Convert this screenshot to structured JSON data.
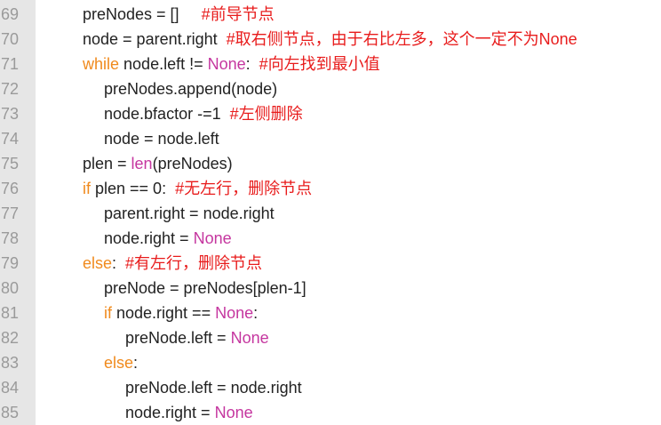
{
  "colors": {
    "gutter_bg": "#e6e6e6",
    "line_number": "#9a9a9a",
    "keyword": "#f08a1d",
    "builtin": "#c5369f",
    "comment": "#e81c1c",
    "text": "#222222"
  },
  "lines": [
    {
      "num": "69",
      "indent": 1,
      "tokens": [
        {
          "t": "preNodes = []     ",
          "c": "plain"
        },
        {
          "t": "#前导节点",
          "c": "comment"
        }
      ]
    },
    {
      "num": "70",
      "indent": 1,
      "tokens": [
        {
          "t": "node = parent.right  ",
          "c": "plain"
        },
        {
          "t": "#取右侧节点，由于右比左多，这个一定不为None",
          "c": "comment"
        }
      ]
    },
    {
      "num": "71",
      "indent": 1,
      "tokens": [
        {
          "t": "while",
          "c": "keyword"
        },
        {
          "t": " node.left != ",
          "c": "plain"
        },
        {
          "t": "None",
          "c": "builtin"
        },
        {
          "t": ":  ",
          "c": "plain"
        },
        {
          "t": "#向左找到最小值",
          "c": "comment"
        }
      ]
    },
    {
      "num": "72",
      "indent": 2,
      "tokens": [
        {
          "t": "preNodes.append(node)",
          "c": "plain"
        }
      ]
    },
    {
      "num": "73",
      "indent": 2,
      "tokens": [
        {
          "t": "node.bfactor -=1  ",
          "c": "plain"
        },
        {
          "t": "#左侧删除",
          "c": "comment"
        }
      ]
    },
    {
      "num": "74",
      "indent": 2,
      "tokens": [
        {
          "t": "node = node.left",
          "c": "plain"
        }
      ]
    },
    {
      "num": "75",
      "indent": 1,
      "tokens": [
        {
          "t": "plen = ",
          "c": "plain"
        },
        {
          "t": "len",
          "c": "builtin"
        },
        {
          "t": "(preNodes)",
          "c": "plain"
        }
      ]
    },
    {
      "num": "76",
      "indent": 1,
      "tokens": [
        {
          "t": "if",
          "c": "keyword"
        },
        {
          "t": " plen == 0:  ",
          "c": "plain"
        },
        {
          "t": "#无左行，删除节点",
          "c": "comment"
        }
      ]
    },
    {
      "num": "77",
      "indent": 2,
      "tokens": [
        {
          "t": "parent.right = node.right",
          "c": "plain"
        }
      ]
    },
    {
      "num": "78",
      "indent": 2,
      "tokens": [
        {
          "t": "node.right = ",
          "c": "plain"
        },
        {
          "t": "None",
          "c": "builtin"
        }
      ]
    },
    {
      "num": "79",
      "indent": 1,
      "tokens": [
        {
          "t": "else",
          "c": "keyword"
        },
        {
          "t": ":  ",
          "c": "plain"
        },
        {
          "t": "#有左行，删除节点",
          "c": "comment"
        }
      ]
    },
    {
      "num": "80",
      "indent": 2,
      "tokens": [
        {
          "t": "preNode = preNodes[plen-1]",
          "c": "plain"
        }
      ]
    },
    {
      "num": "81",
      "indent": 2,
      "tokens": [
        {
          "t": "if",
          "c": "keyword"
        },
        {
          "t": " node.right == ",
          "c": "plain"
        },
        {
          "t": "None",
          "c": "builtin"
        },
        {
          "t": ":",
          "c": "plain"
        }
      ]
    },
    {
      "num": "82",
      "indent": 3,
      "tokens": [
        {
          "t": "preNode.left = ",
          "c": "plain"
        },
        {
          "t": "None",
          "c": "builtin"
        }
      ]
    },
    {
      "num": "83",
      "indent": 2,
      "tokens": [
        {
          "t": "else",
          "c": "keyword"
        },
        {
          "t": ":",
          "c": "plain"
        }
      ]
    },
    {
      "num": "84",
      "indent": 3,
      "tokens": [
        {
          "t": "preNode.left = node.right",
          "c": "plain"
        }
      ]
    },
    {
      "num": "85",
      "indent": 3,
      "tokens": [
        {
          "t": "node.right = ",
          "c": "plain"
        },
        {
          "t": "None",
          "c": "builtin"
        }
      ]
    }
  ]
}
